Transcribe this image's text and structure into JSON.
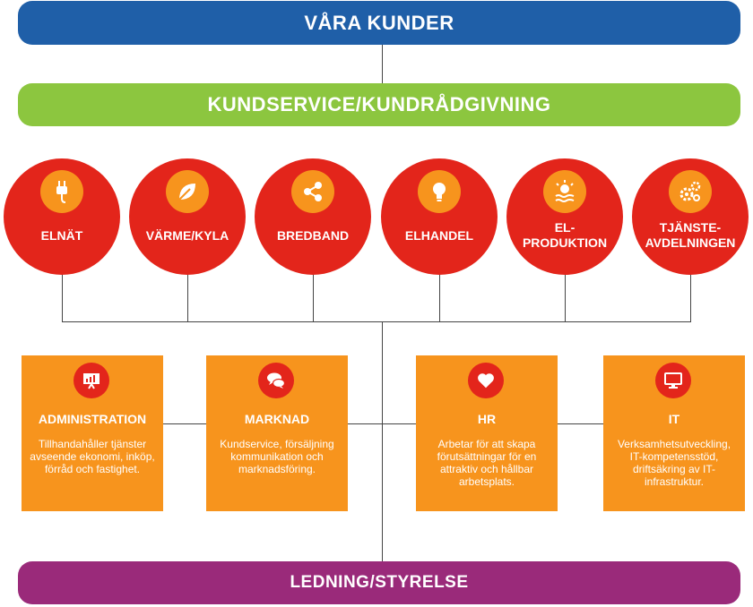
{
  "top_bar": "VÅRA KUNDER",
  "mid_bar": "KUNDSERVICE/KUNDRÅDGIVNING",
  "bottom_bar": "LEDNING/STYRELSE",
  "units": [
    {
      "label": "ELNÄT",
      "icon": "plug-icon"
    },
    {
      "label": "VÄRME/KYLA",
      "icon": "leaf-icon"
    },
    {
      "label": "BREDBAND",
      "icon": "share-icon"
    },
    {
      "label": "ELHANDEL",
      "icon": "lightbulb-icon"
    },
    {
      "label": "EL-\nPRODUKTION",
      "icon": "sun-water-icon"
    },
    {
      "label": "TJÄNSTE-\nAVDELNINGEN",
      "icon": "gears-icon"
    }
  ],
  "departments": [
    {
      "title": "ADMINISTRATION",
      "icon": "presentation-chart-icon",
      "desc": "Tillhandahåller tjänster avseende ekonomi, inköp, förråd och fastighet."
    },
    {
      "title": "MARKNAD",
      "icon": "speech-bubbles-icon",
      "desc": "Kundservice, försäljning kommunikation och marknadsföring."
    },
    {
      "title": "HR",
      "icon": "heart-icon",
      "desc": "Arbetar för att skapa förutsättningar för en attraktiv och hållbar arbetsplats."
    },
    {
      "title": "IT",
      "icon": "monitor-icon",
      "desc": "Verksamhetsutveckling, IT-kompetensstöd, driftsäkring av IT-infrastruktur."
    }
  ],
  "colors": {
    "top": "#1f5fa8",
    "mid": "#8cc63f",
    "unit": "#e3251b",
    "dept": "#f7941d",
    "bottom": "#9a2a7a"
  }
}
